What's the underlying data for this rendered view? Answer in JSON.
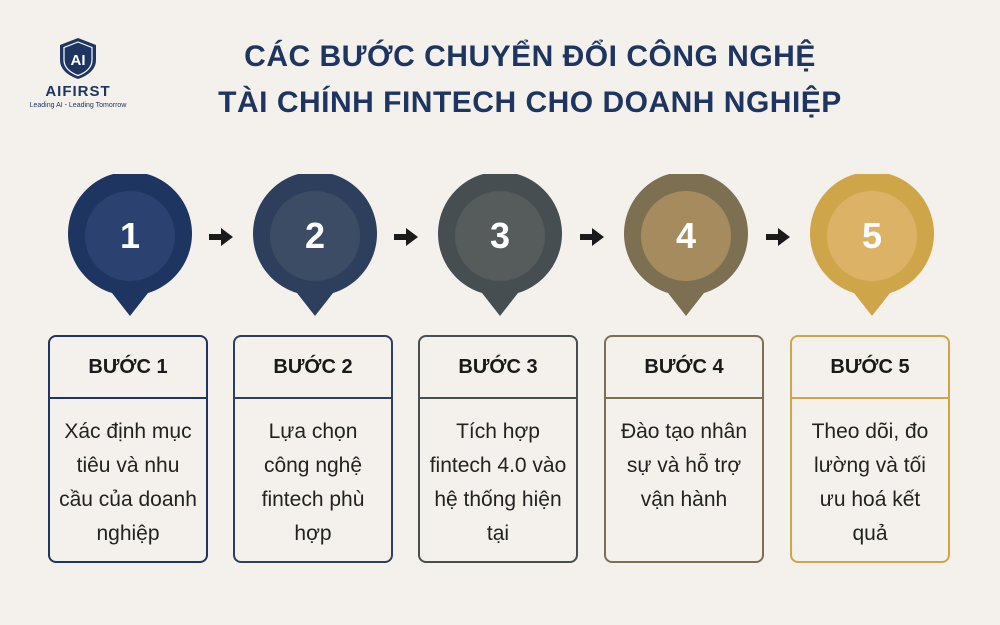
{
  "brand": {
    "name": "AIFIRST",
    "tagline": "Leading AI - Leading Tomorrow",
    "badge": "AI"
  },
  "title": {
    "line1": "CÁC BƯỚC CHUYỂN ĐỔI CÔNG NGHỆ",
    "line2": "TÀI CHÍNH FINTECH CHO DOANH NGHIỆP"
  },
  "colors": {
    "navy": "#1e3561",
    "step_outer": [
      "#1e3561",
      "#2d3f5d",
      "#474e52",
      "#7d6f52",
      "#cfa54a"
    ],
    "step_inner": [
      "#2b4170",
      "#3c4c64",
      "#565b5b",
      "#a58b5e",
      "#dcb366"
    ]
  },
  "steps": [
    {
      "number": "1",
      "heading": "BƯỚC 1",
      "text": "Xác định mục tiêu và nhu cầu của doanh nghiệp"
    },
    {
      "number": "2",
      "heading": "BƯỚC 2",
      "text": "Lựa chọn công nghệ fintech phù hợp"
    },
    {
      "number": "3",
      "heading": "BƯỚC 3",
      "text": "Tích hợp fintech 4.0 vào hệ thống hiện tại"
    },
    {
      "number": "4",
      "heading": "BƯỚC 4",
      "text": "Đào tạo nhân sự và hỗ trợ vận hành"
    },
    {
      "number": "5",
      "heading": "BƯỚC 5",
      "text": "Theo dõi, đo lường và tối ưu hoá kết quả"
    }
  ]
}
